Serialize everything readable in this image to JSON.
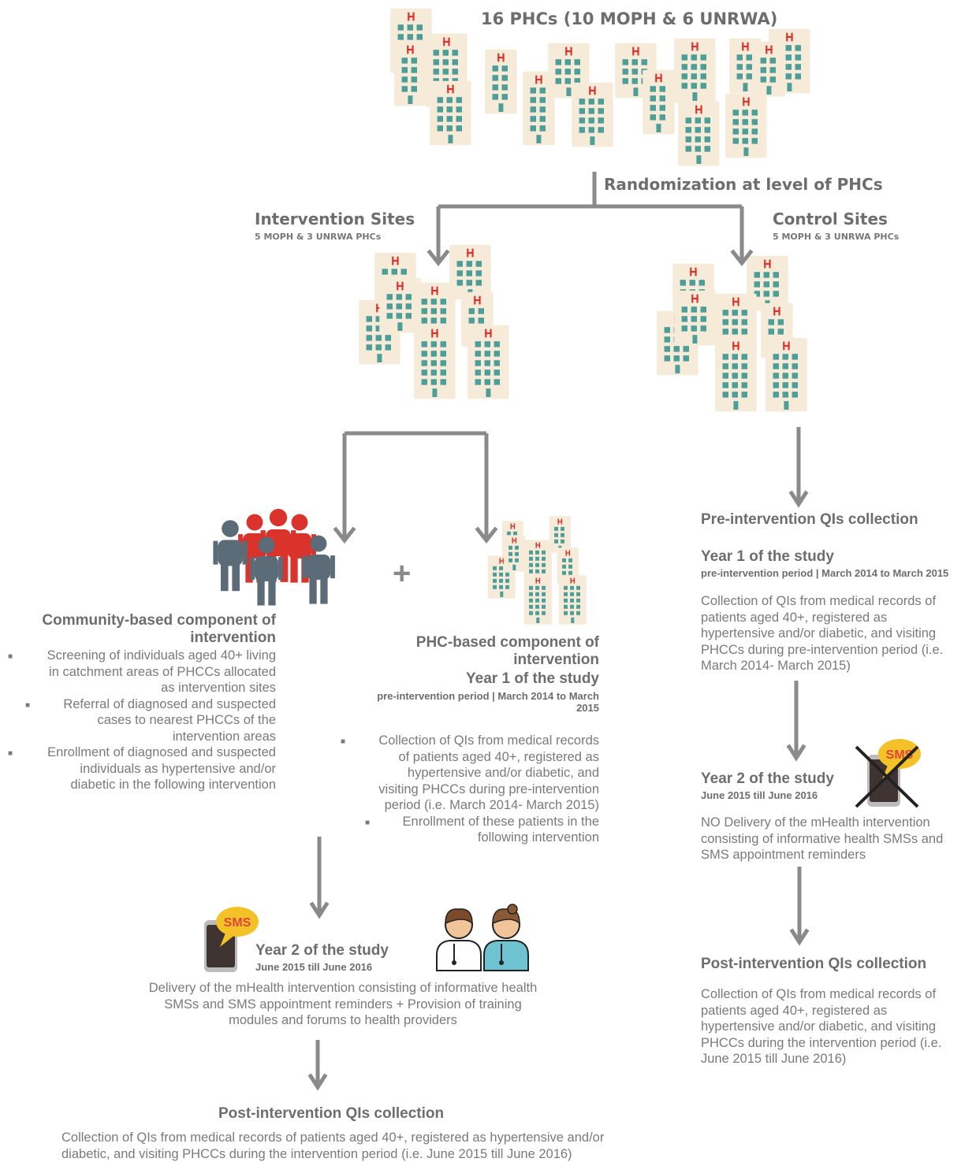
{
  "colors": {
    "building": "#4e9e98",
    "cross": "#d9332b",
    "bg_tile": "#f6ead9",
    "arrow": "#8a8a8a",
    "person_red": "#d9332b",
    "person_gray": "#5c6b78",
    "sms": "#f3c228"
  },
  "top": {
    "title": "16 PHCs (10 MOPH & 6 UNRWA)",
    "randomization": "Randomization at level of PHCs"
  },
  "intervention_sites": {
    "title": "Intervention Sites",
    "subtitle": "5 MOPH & 3 UNRWA PHCs"
  },
  "control_sites": {
    "title": "Control Sites",
    "subtitle": "5 MOPH & 3 UNRWA PHCs"
  },
  "community": {
    "heading_line1": "Community-based component of",
    "heading_line2": "intervention",
    "bullets": [
      [
        "Screening of individuals aged 40+ living",
        "in catchment areas of PHCCs allocated",
        "as intervention sites"
      ],
      [
        "Referral of diagnosed and suspected",
        "cases to nearest PHCCs of the",
        "intervention areas"
      ],
      [
        "Enrollment of diagnosed and suspected",
        "individuals as hypertensive and/or",
        "diabetic in the following intervention"
      ]
    ]
  },
  "plus": "+",
  "phc_based": {
    "heading_line1": "PHC-based component of",
    "heading_line2": "intervention",
    "year": "Year 1 of the study",
    "period_line1": "pre-intervention period | March 2014 to March",
    "period_line2": "2015",
    "bullets": [
      [
        "Collection of QIs from medical records",
        "of patients aged 40+, registered as",
        "hypertensive and/or diabetic, and",
        "visiting PHCCs during pre-intervention",
        "period (i.e. March 2014- March 2015)"
      ],
      [
        "Enrollment of these patients in the",
        "following intervention"
      ]
    ]
  },
  "year2_intervention": {
    "sms_label": "SMS",
    "year": "Year 2 of the study",
    "period": "June 2015 till June 2016",
    "text": [
      "Delivery of the mHealth intervention consisting of informative health",
      "SMSs and SMS appointment reminders + Provision of training",
      "modules and forums to health providers"
    ]
  },
  "post_intervention_left": {
    "heading": "Post-intervention QIs collection",
    "text": [
      "Collection of QIs from medical records of patients aged 40+, registered as hypertensive and/or",
      "diabetic, and visiting PHCCs during the intervention period (i.e. June 2015 till June 2016)"
    ]
  },
  "control": {
    "pre_heading": "Pre-intervention QIs collection",
    "year1": "Year 1 of the study",
    "year1_period": "pre-intervention period | March 2014 to March 2015",
    "year1_text": [
      "Collection of QIs from medical records of",
      "patients aged 40+, registered as",
      "hypertensive and/or diabetic, and visiting",
      "PHCCs during pre-intervention period (i.e.",
      "March 2014- March 2015)"
    ],
    "sms_label": "SMS",
    "year2": "Year 2 of the study",
    "year2_period": "June 2015 till June 2016",
    "year2_text": [
      "NO Delivery of the mHealth intervention",
      "consisting of informative health SMSs and",
      "SMS appointment reminders"
    ],
    "post_heading": "Post-intervention QIs collection",
    "post_text": [
      "Collection of QIs from medical records of",
      "patients aged 40+, registered as",
      "hypertensive and/or diabetic, and visiting",
      "PHCCs during the intervention period (i.e.",
      "June 2015 till June 2016)"
    ]
  }
}
